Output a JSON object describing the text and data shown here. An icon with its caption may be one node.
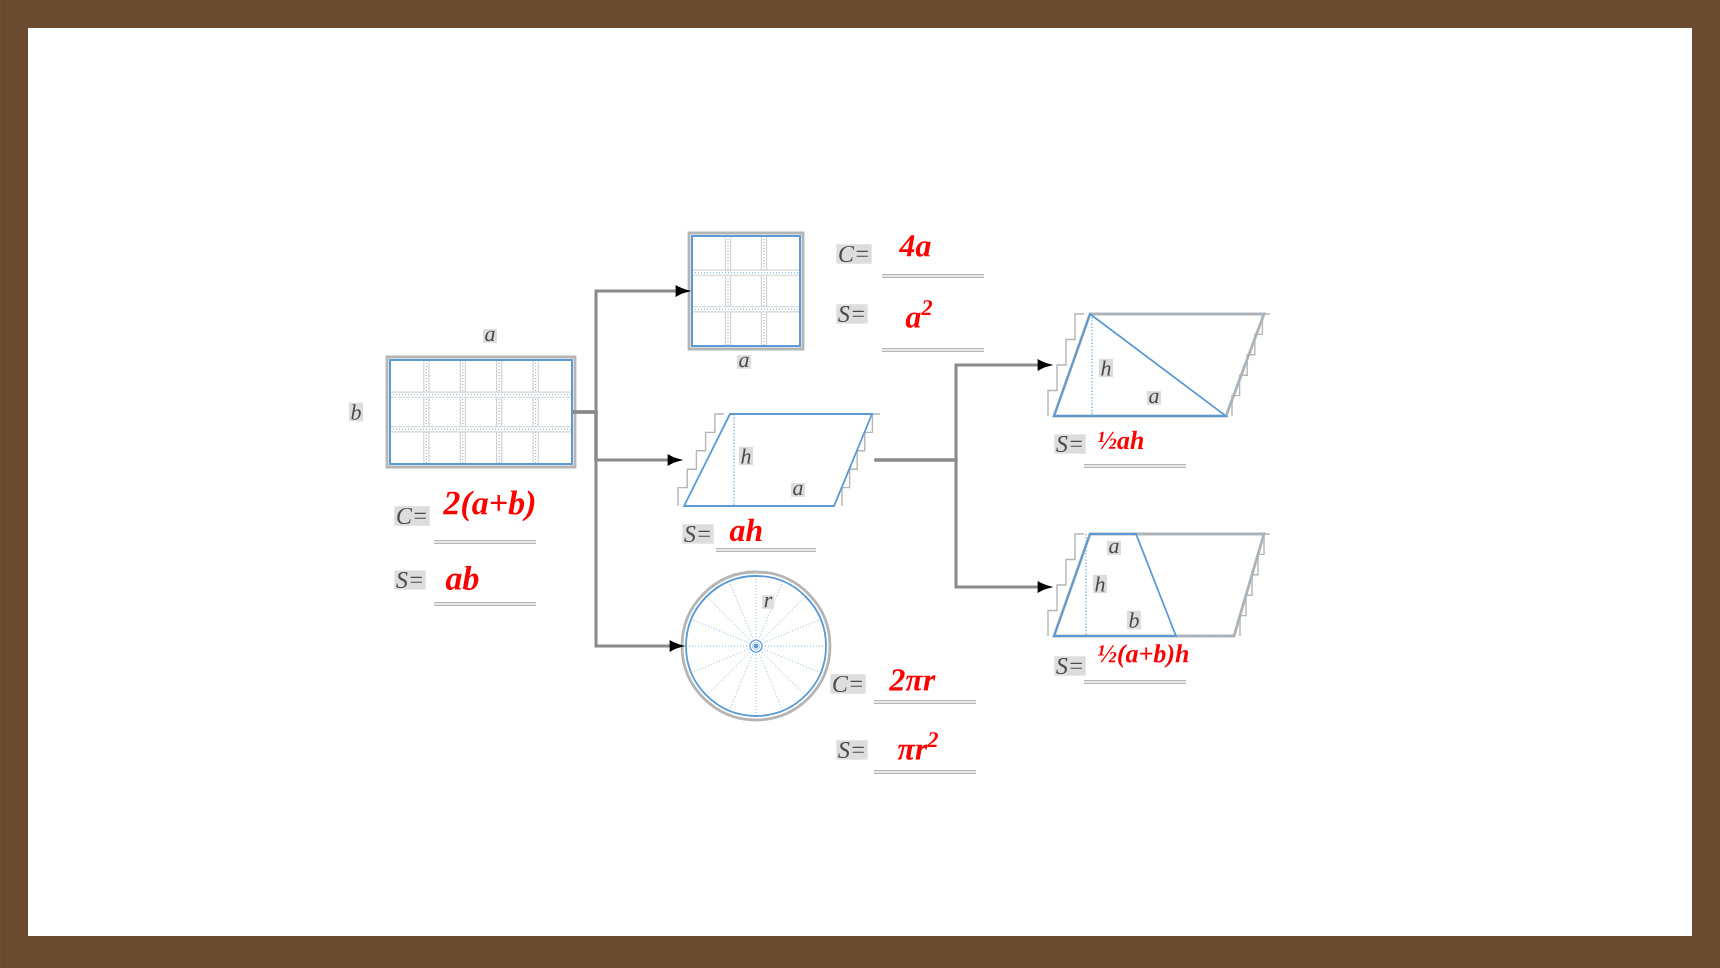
{
  "diagram": {
    "nodes": [
      {
        "text": [
          "a",
          "b"
        ],
        "beside": [
          "C=",
          "2(a+b)",
          "S=",
          "ab"
        ]
      },
      {
        "text": [
          "a"
        ],
        "beside": [
          "C=",
          "4a",
          "S=",
          "a$^{2}$"
        ]
      },
      {
        "text": [
          "h",
          "a"
        ],
        "beside": [
          "S=",
          "ah"
        ]
      },
      {
        "text": [
          "r"
        ],
        "beside": [
          "C=",
          "2πr",
          "S=",
          "πr$^{2}$"
        ]
      },
      {
        "text": [
          "h",
          "a"
        ],
        "beside": [
          "S=",
          "½ah"
        ]
      },
      {
        "text": [
          "a",
          "h",
          "b"
        ],
        "beside": [
          "S=",
          "½(a+b)h"
        ]
      }
    ],
    "edges": [
      {
        "from": 0,
        "to": 1,
        "arrow": "to"
      },
      {
        "from": 0,
        "to": 2,
        "arrow": "to"
      },
      {
        "from": 0,
        "to": 3,
        "arrow": "to"
      },
      {
        "from": 2,
        "to": 4,
        "arrow": "to"
      },
      {
        "from": 2,
        "to": 5,
        "arrow": "to"
      }
    ]
  }
}
